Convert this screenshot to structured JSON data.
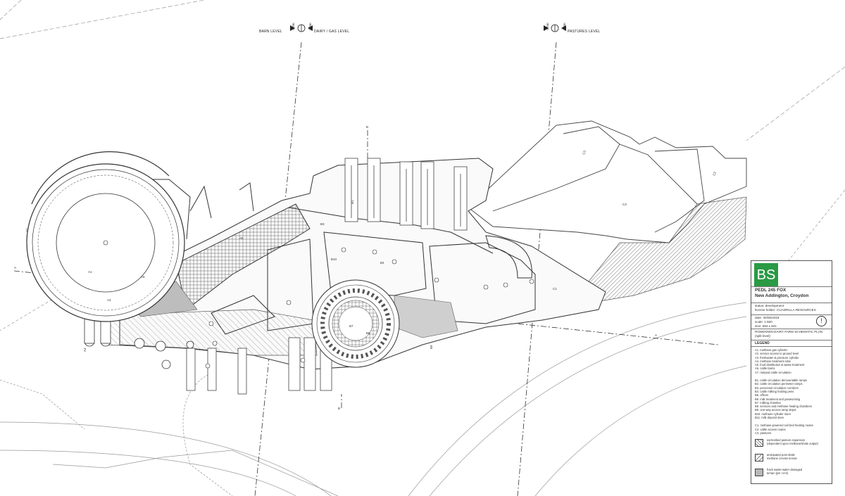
{
  "sections": {
    "left": {
      "levels": [
        "BARN LEVEL",
        "DAIRY / GAS LEVEL"
      ],
      "elevation_left": "-5.3m",
      "elevation_right": "-3.8m"
    },
    "right": {
      "level": "PASTURES LEVEL",
      "elevation_left": "-3.5m",
      "elevation_right": "-3.3m"
    }
  },
  "plan_labels": {
    "A1": "A1",
    "A2": "A2",
    "A3": "A3",
    "A4": "A4",
    "A5": "A5",
    "A6": "A6",
    "B1": "B1",
    "B3": "B3",
    "B4": "B4",
    "B6": "B6",
    "B7": "B7",
    "B9": "B9",
    "B10": "B10",
    "C1": "C1",
    "C2": "C2",
    "C3": "C3",
    "C3b": "C3",
    "cut": "B",
    "cut2": "B",
    "cut3": "A",
    "cut4": "A"
  },
  "title_block": {
    "logo": "BS",
    "project_line1": "PEDL 245 FOX",
    "project_line2": "New Addington, Croydon",
    "status": "status:   development",
    "licence": "license holder: CUADRILLA RESOURCES",
    "date": "date:    30/05/2019",
    "scale": "scale:   1:500",
    "size": "size:    594 x 841",
    "warning_icon": "!",
    "plan_title_1": "ROWDOWN DAIRY FARM SCHEMATIC PLAN",
    "plan_title_2": "(split level)",
    "legend_title": "LEGEND",
    "legend_groups": [
      [
        "A1. methane gas cylinder",
        "A2. service access to ground level",
        "A3. freshwater & pressure cylinder",
        "A4. methane treatment silos",
        "A5. food distribution & waste treatment",
        "A6. cattle barns",
        "A7. ramped cattle circulation"
      ],
      [
        "B1. cattle circulation demountable ramps",
        "B2. cattle circulation perimeter ramps",
        "B3. personnel circulation corridors",
        "B4. cattle milking holding pens",
        "B5. offices",
        "B6. milk treatment and pasteurising",
        "B7. milking chamber",
        "B8. services and methane heating chambers",
        "B9. one-way access ramp depot",
        "B10. methane cylinder store",
        "B11. milk deposit store"
      ],
      [
        "C1. methane-powered soil bed heating routes",
        "C2. cattle access routes",
        "C3. pastures"
      ]
    ],
    "swatches": [
      {
        "text1": "earmarked pasture expansion",
        "text2": "(dependent upon methane/shale output)"
      },
      {
        "text1": "anticipated post-shale",
        "text2": "methane crevise terrain"
      },
      {
        "text1": "frack waste-water damaged",
        "text2": "terrain (pH <4-6)"
      }
    ]
  }
}
